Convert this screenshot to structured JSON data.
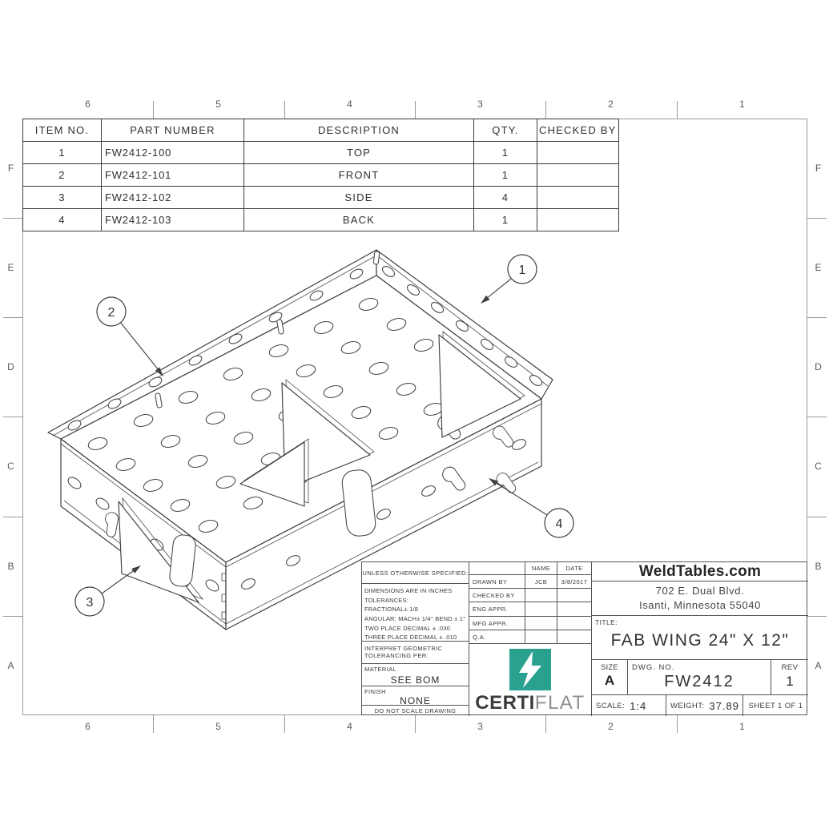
{
  "zones": {
    "columns": [
      "6",
      "5",
      "4",
      "3",
      "2",
      "1"
    ],
    "rows": [
      "F",
      "E",
      "D",
      "C",
      "B",
      "A"
    ]
  },
  "parts_table": {
    "headers": [
      "ITEM NO.",
      "PART NUMBER",
      "DESCRIPTION",
      "QTY.",
      "CHECKED BY"
    ],
    "rows": [
      {
        "item": "1",
        "part": "FW2412-100",
        "desc": "TOP",
        "qty": "1",
        "checked": ""
      },
      {
        "item": "2",
        "part": "FW2412-101",
        "desc": "FRONT",
        "qty": "1",
        "checked": ""
      },
      {
        "item": "3",
        "part": "FW2412-102",
        "desc": "SIDE",
        "qty": "4",
        "checked": ""
      },
      {
        "item": "4",
        "part": "FW2412-103",
        "desc": "BACK",
        "qty": "1",
        "checked": ""
      }
    ]
  },
  "balloons": [
    "1",
    "2",
    "3",
    "4"
  ],
  "title_block": {
    "unless": "UNLESS OTHERWISE SPECIFIED:",
    "tolerances": [
      "DIMENSIONS ARE IN INCHES",
      "TOLERANCES:",
      "FRACTIONAL± 1/8",
      "ANGULAR: MACH± 1/4° BEND ± 1°",
      "TWO PLACE DECIMAL   ± .030",
      "THREE PLACE DECIMAL ± .010"
    ],
    "interpret": "INTERPRET GEOMETRIC TOLERANCING PER:",
    "material_label": "MATERIAL",
    "material_value": "SEE BOM",
    "finish_label": "FINISH",
    "finish_value": "NONE",
    "do_not_scale": "DO NOT SCALE DRAWING",
    "name_header": "NAME",
    "date_header": "DATE",
    "approvals": [
      {
        "label": "DRAWN BY",
        "name": "JCB",
        "date": "3/8/2017"
      },
      {
        "label": "CHECKED BY",
        "name": "",
        "date": ""
      },
      {
        "label": "ENG APPR.",
        "name": "",
        "date": ""
      },
      {
        "label": "MFG APPR.",
        "name": "",
        "date": ""
      },
      {
        "label": "Q.A.",
        "name": "",
        "date": ""
      }
    ],
    "company": "WeldTables.com",
    "address1": "702 E. Dual Blvd.",
    "address2": "Isanti, Minnesota 55040",
    "title_label": "TITLE:",
    "title": "FAB WING 24\" X 12\"",
    "size_label": "SIZE",
    "size": "A",
    "dwg_label": "DWG. NO.",
    "dwg_no": "FW2412",
    "rev_label": "REV",
    "rev": "1",
    "scale_label": "SCALE:",
    "scale": "1:4",
    "weight_label": "WEIGHT:",
    "weight": "37.89",
    "sheet": "SHEET 1 OF 1",
    "logo_certi": "CERTI",
    "logo_flat": "FLAT"
  },
  "colors": {
    "teal": "#2aa18f",
    "line": "#3f3f3f",
    "frame": "#9a9a9a"
  }
}
